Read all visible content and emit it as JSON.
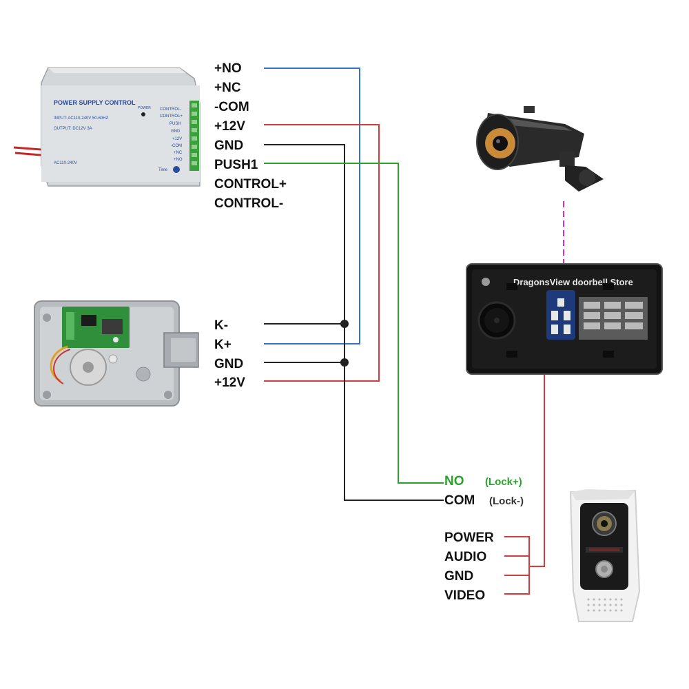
{
  "power_supply": {
    "title": "POWER SUPPLY CONTROL",
    "input_text": "INPUT: AC110-240V 50-60HZ",
    "output_text": "OUTPUT: DC12V  3A",
    "ac_text": "AC110-240V",
    "power_led_label": "POWER",
    "time_label": "Time",
    "terminal_labels": [
      "CONTROL-",
      "CONTROL+",
      "PUSH",
      "GND",
      "+12V",
      "-COM",
      "+NC",
      "+NO"
    ]
  },
  "psu_pins": [
    "+NO",
    "+NC",
    "-COM",
    "+12V",
    "GND",
    "PUSH1",
    "CONTROL+",
    "CONTROL-"
  ],
  "lock_pins": [
    "K-",
    "K+",
    "GND",
    "+12V"
  ],
  "monitor": {
    "store_label": "DragonsView doorbell Store"
  },
  "monitor_lock": {
    "no_label": "NO",
    "no_note": "(Lock+)",
    "com_label": "COM",
    "com_note": "(Lock-)"
  },
  "doorbell_pins": [
    "POWER",
    "AUDIO",
    "GND",
    "VIDEO"
  ],
  "colors": {
    "blue_wire": "#2f74c8",
    "red_wire": "#d63a3a",
    "black_wire": "#222222",
    "green_wire": "#2aa32a",
    "magenta_link": "#cc33cc"
  }
}
